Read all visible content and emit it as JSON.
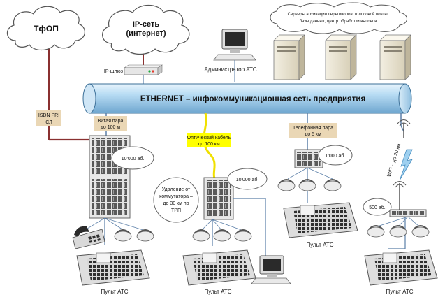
{
  "clouds": {
    "pstn": "ТфОП",
    "ip_line1": "IP-сеть",
    "ip_line2": "(интернет)",
    "servers_line1": "Серверы  архивации переговоров, голосовой почты,",
    "servers_line2": "базы данных,  центр обработки вызовов"
  },
  "ip_gateway": "IP-шлюз",
  "admin": "Администратор АТС",
  "ethernet": "ETHERNET – инфокоммуникационная сеть предприятия",
  "isdn": {
    "line1": "ISDN PRI",
    "line2": "СЛ"
  },
  "twisted_pair": {
    "line1": "Витая пара",
    "line2": "до 100 м"
  },
  "optical": {
    "line1": "Оптический кабель",
    "line2": "до 100 км"
  },
  "phone_pair": {
    "line1": "Телефонная пара",
    "line2": "до 5 км"
  },
  "wifi": "WiFi – до 20 км",
  "remote": {
    "line1": "Удаление от",
    "line2": "коммутатора –",
    "line3": "до 30 км  по",
    "line4": "ТРП"
  },
  "capacity": {
    "a": "10'000 аб.",
    "b": "10'000 аб.",
    "c": "1'000 аб.",
    "d": "500 аб."
  },
  "console": {
    "a": "Пульт АТС",
    "b": "Пульт АТС",
    "c": "Пульт АТС",
    "d": "Пульт АТС"
  },
  "colors": {
    "pipe": "#a9d3ef",
    "pipe_edge": "#3b6f97",
    "isdn_line": "#8a3030",
    "optical_line": "#f0e000",
    "wire": "#5b7fa8",
    "label_bg": "#ead7b5",
    "optical_bg": "#ffff00"
  }
}
